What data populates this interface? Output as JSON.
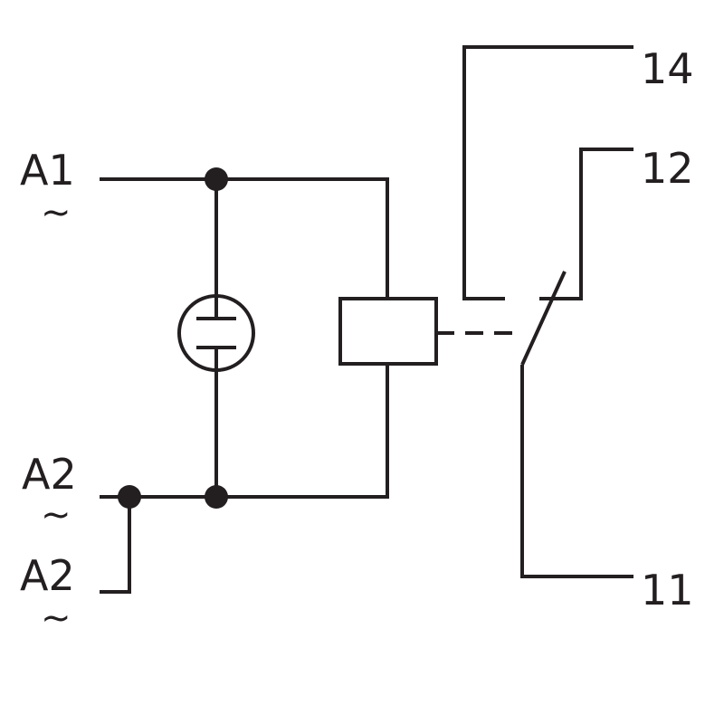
{
  "colors": {
    "ink": "#231f20",
    "background": "#ffffff"
  },
  "terminals": {
    "a1": {
      "label": "A1",
      "symbol": "~"
    },
    "a2_upper": {
      "label": "A2",
      "symbol": "~"
    },
    "a2_lower": {
      "label": "A2",
      "symbol": "~"
    },
    "t14": {
      "label": "14"
    },
    "t12": {
      "label": "12"
    },
    "t11": {
      "label": "11"
    }
  }
}
